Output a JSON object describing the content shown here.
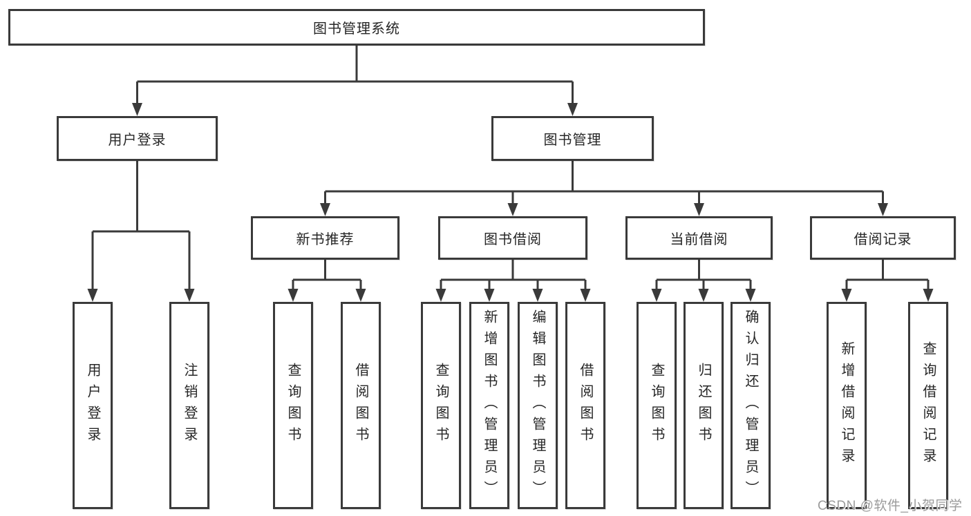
{
  "diagram": {
    "title": "图书管理系统",
    "level2": [
      {
        "label": "用户登录"
      },
      {
        "label": "图书管理"
      }
    ],
    "level3": [
      {
        "label": "新书推荐"
      },
      {
        "label": "图书借阅"
      },
      {
        "label": "当前借阅"
      },
      {
        "label": "借阅记录"
      }
    ],
    "leaves": [
      {
        "label": "用户登录"
      },
      {
        "label": "注销登录"
      },
      {
        "label": "查询图书"
      },
      {
        "label": "借阅图书"
      },
      {
        "label": "查询图书"
      },
      {
        "label": "新增图书（管理员）"
      },
      {
        "label": "编辑图书（管理员）"
      },
      {
        "label": "借阅图书"
      },
      {
        "label": "查询图书"
      },
      {
        "label": "归还图书"
      },
      {
        "label": "确认归还（管理员）"
      },
      {
        "label": "新增借阅记录"
      },
      {
        "label": "查询借阅记录"
      }
    ],
    "hierarchy": {
      "图书管理系统": {
        "用户登录": [
          "用户登录",
          "注销登录"
        ],
        "图书管理": {
          "新书推荐": [
            "查询图书",
            "借阅图书"
          ],
          "图书借阅": [
            "查询图书",
            "新增图书（管理员）",
            "编辑图书（管理员）",
            "借阅图书"
          ],
          "当前借阅": [
            "查询图书",
            "归还图书",
            "确认归还（管理员）"
          ],
          "借阅记录": [
            "新增借阅记录",
            "查询借阅记录"
          ]
        }
      }
    },
    "colors": {
      "line": "#3a3a3a",
      "box_border": "#3a3a3a",
      "box_fill": "#ffffff",
      "text": "#262626",
      "watermark": "#9b9b9b"
    },
    "watermark": "CSDN @软件_小贺同学"
  }
}
